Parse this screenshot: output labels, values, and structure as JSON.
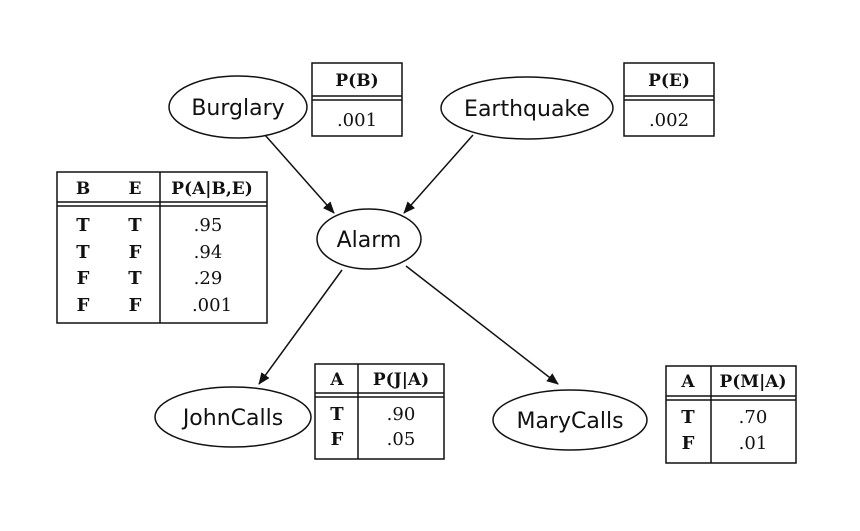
{
  "nodes": {
    "burglary": "Burglary",
    "earthquake": "Earthquake",
    "alarm": "Alarm",
    "johncalls": "JohnCalls",
    "marycalls": "MaryCalls"
  },
  "cpt_b": {
    "header": "P(B)",
    "value": ".001"
  },
  "cpt_e": {
    "header": "P(E)",
    "value": ".002"
  },
  "cpt_a": {
    "headers": [
      "B",
      "E",
      "P(A|B,E)"
    ],
    "rows": [
      [
        "T",
        "T",
        ".95"
      ],
      [
        "T",
        "F",
        ".94"
      ],
      [
        "F",
        "T",
        ".29"
      ],
      [
        "F",
        "F",
        ".001"
      ]
    ]
  },
  "cpt_j": {
    "headers": [
      "A",
      "P(J|A)"
    ],
    "rows": [
      [
        "T",
        ".90"
      ],
      [
        "F",
        ".05"
      ]
    ]
  },
  "cpt_m": {
    "headers": [
      "A",
      "P(M|A)"
    ],
    "rows": [
      [
        "T",
        ".70"
      ],
      [
        "F",
        ".01"
      ]
    ]
  }
}
